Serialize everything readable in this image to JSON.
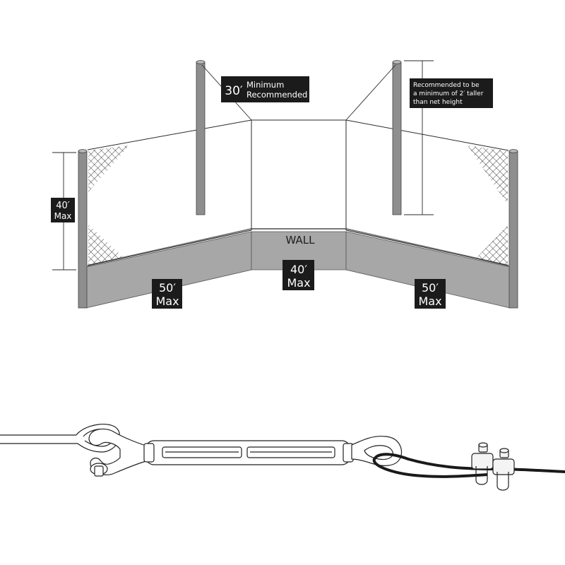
{
  "labels": {
    "wall": "WALL",
    "top_callout_value": "30′",
    "top_callout_line1": "Minimum",
    "top_callout_line2": "Recommended",
    "right_callout_line1": "Recommended to be",
    "right_callout_line2": "a minimum of 2′ taller",
    "right_callout_line3": "than net height",
    "height_value": "40′",
    "height_unit": "Max",
    "left_span_value": "50′",
    "left_span_unit": "Max",
    "center_span_value": "40′",
    "center_span_unit": "Max",
    "right_span_value": "50′",
    "right_span_unit": "Max"
  },
  "colors": {
    "label_bg": "#1b1b1b",
    "wall": "#a7a7a7",
    "pole": "#8e8e8e",
    "line": "#2a2a2a"
  }
}
